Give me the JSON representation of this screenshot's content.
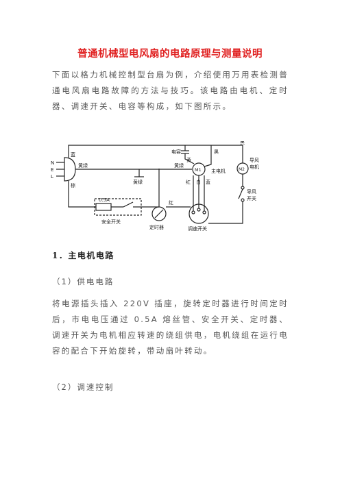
{
  "title": "普通机械型电风扇的电路原理与测量说明",
  "intro": "下面以格力机械控制型台扇为例，介绍使用万用表检测普通电风扇电路故障的方法与技巧。该电路由电机、定时器、调速开关、电容等构成，如下图所示。",
  "diagram": {
    "labels": {
      "n": "N",
      "e": "E",
      "l": "L",
      "blue_top": "蓝",
      "brown": "棕",
      "yellow_green_left": "黄绿",
      "yellow_green_right": "黄绿",
      "yellow_green_ground": "黄绿",
      "capacitor": "电容",
      "yellow": "黄",
      "black_mid": "黑",
      "black_right": "黑",
      "m1": "M1",
      "main_motor": "主电机",
      "red_mid": "红",
      "white": "白",
      "blue_mid": "蓝",
      "m2": "M2",
      "guide_motor_1": "导风",
      "guide_motor_2": "电机",
      "guide_switch_1": "导风",
      "guide_switch_2": "开关",
      "fuse": "0.5A",
      "safety_switch": "安全开关",
      "red_lower": "红",
      "timer": "定时器",
      "speed_switch": "调速开关"
    }
  },
  "section1": {
    "heading": "1．主电机电路",
    "sub1": "（1）供电电路",
    "para1": "将电源插头插入 220V 插座，旋转定时器进行时间定时后，市电电压通过 0.5A 熔丝管、安全开关、定时器、调速开关为电机相应转速的绕组供电，电机绕组在运行电容的配合下开始旋转，带动扇叶转动。",
    "sub2": "（2）调速控制"
  }
}
